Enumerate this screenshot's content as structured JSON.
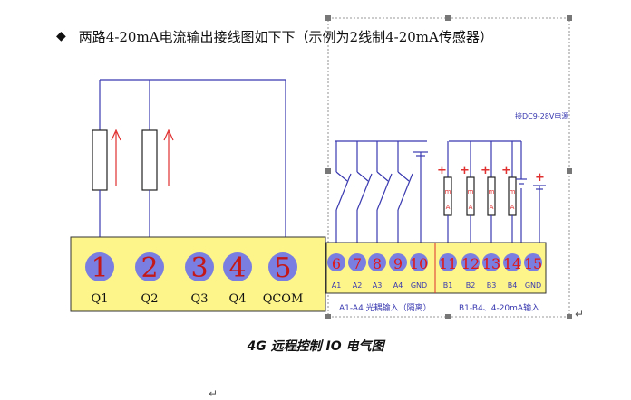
{
  "heading": {
    "bullet": "◆",
    "text": "两路4-20mA电流输出接线图如下下（示例为2线制4-20mA传感器）"
  },
  "left_diagram": {
    "terminals": [
      {
        "number": "1",
        "label": "Q1"
      },
      {
        "number": "2",
        "label": "Q2"
      },
      {
        "number": "3",
        "label": "Q3"
      },
      {
        "number": "4",
        "label": "Q4"
      },
      {
        "number": "5",
        "label": "QCOM"
      }
    ]
  },
  "right_diagram": {
    "supply_label": "接DC9-28V电源",
    "sensor_letters": [
      "m",
      "A"
    ],
    "plus_sign": "+",
    "minus_sign": "-",
    "terminals": [
      {
        "number": "6",
        "label": "A1"
      },
      {
        "number": "7",
        "label": "A2"
      },
      {
        "number": "8",
        "label": "A3"
      },
      {
        "number": "9",
        "label": "A4"
      },
      {
        "number": "10",
        "label": "GND"
      },
      {
        "number": "11",
        "label": "B1"
      },
      {
        "number": "12",
        "label": "B2"
      },
      {
        "number": "13",
        "label": "B3"
      },
      {
        "number": "14",
        "label": "B4"
      },
      {
        "number": "15",
        "label": "GND"
      }
    ],
    "group_left_label": "A1-A4  光耦输入（隔离）",
    "group_right_label": "B1-B4、4-20mA输入"
  },
  "caption": "4G 远程控制 IO 电气图",
  "para_mark": "↵",
  "colors": {
    "wire": "#3838b0",
    "arrow": "#e03030",
    "terminal_block": "#fdf58a",
    "terminal_circle": "#7a7ee0",
    "terminal_number_left": "#c41818",
    "terminal_number_right": "#e01818",
    "resistor_fill": "#ffffff"
  }
}
